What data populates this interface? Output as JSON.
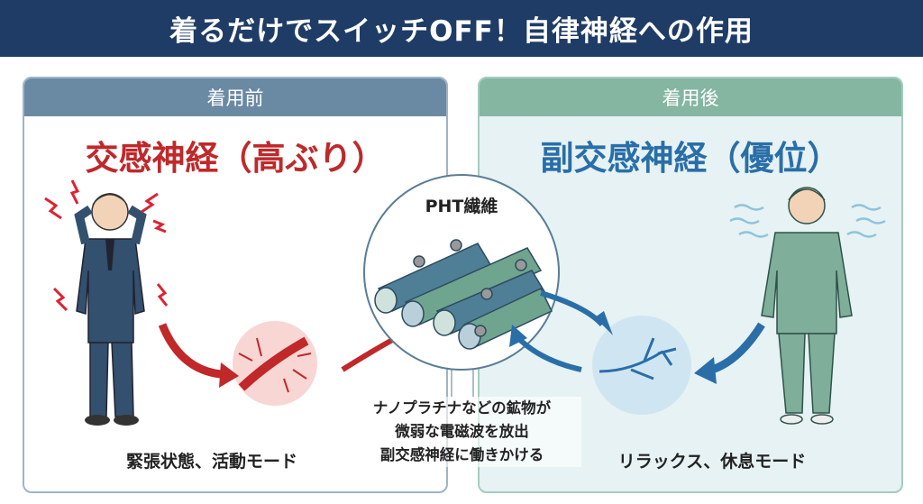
{
  "title": "着るだけでスイッチOFF！自律神経への作用",
  "before": {
    "header": "着用前",
    "heading": "交感神経（高ぶり）",
    "caption": "緊張状態、活動モード"
  },
  "after": {
    "header": "着用後",
    "heading": "副交感神経（優位）",
    "caption": "リラックス、休息モード"
  },
  "center": {
    "title": "PHT繊維",
    "lines": [
      "ナノプラチナなどの鉱物が",
      "微弱な電磁波を放出",
      "副交感神経に働きかける"
    ]
  },
  "colors": {
    "navy": "#1e3c66",
    "red": "#c0282a",
    "blue": "#2a6ea8",
    "teal": "#84b6a2"
  }
}
